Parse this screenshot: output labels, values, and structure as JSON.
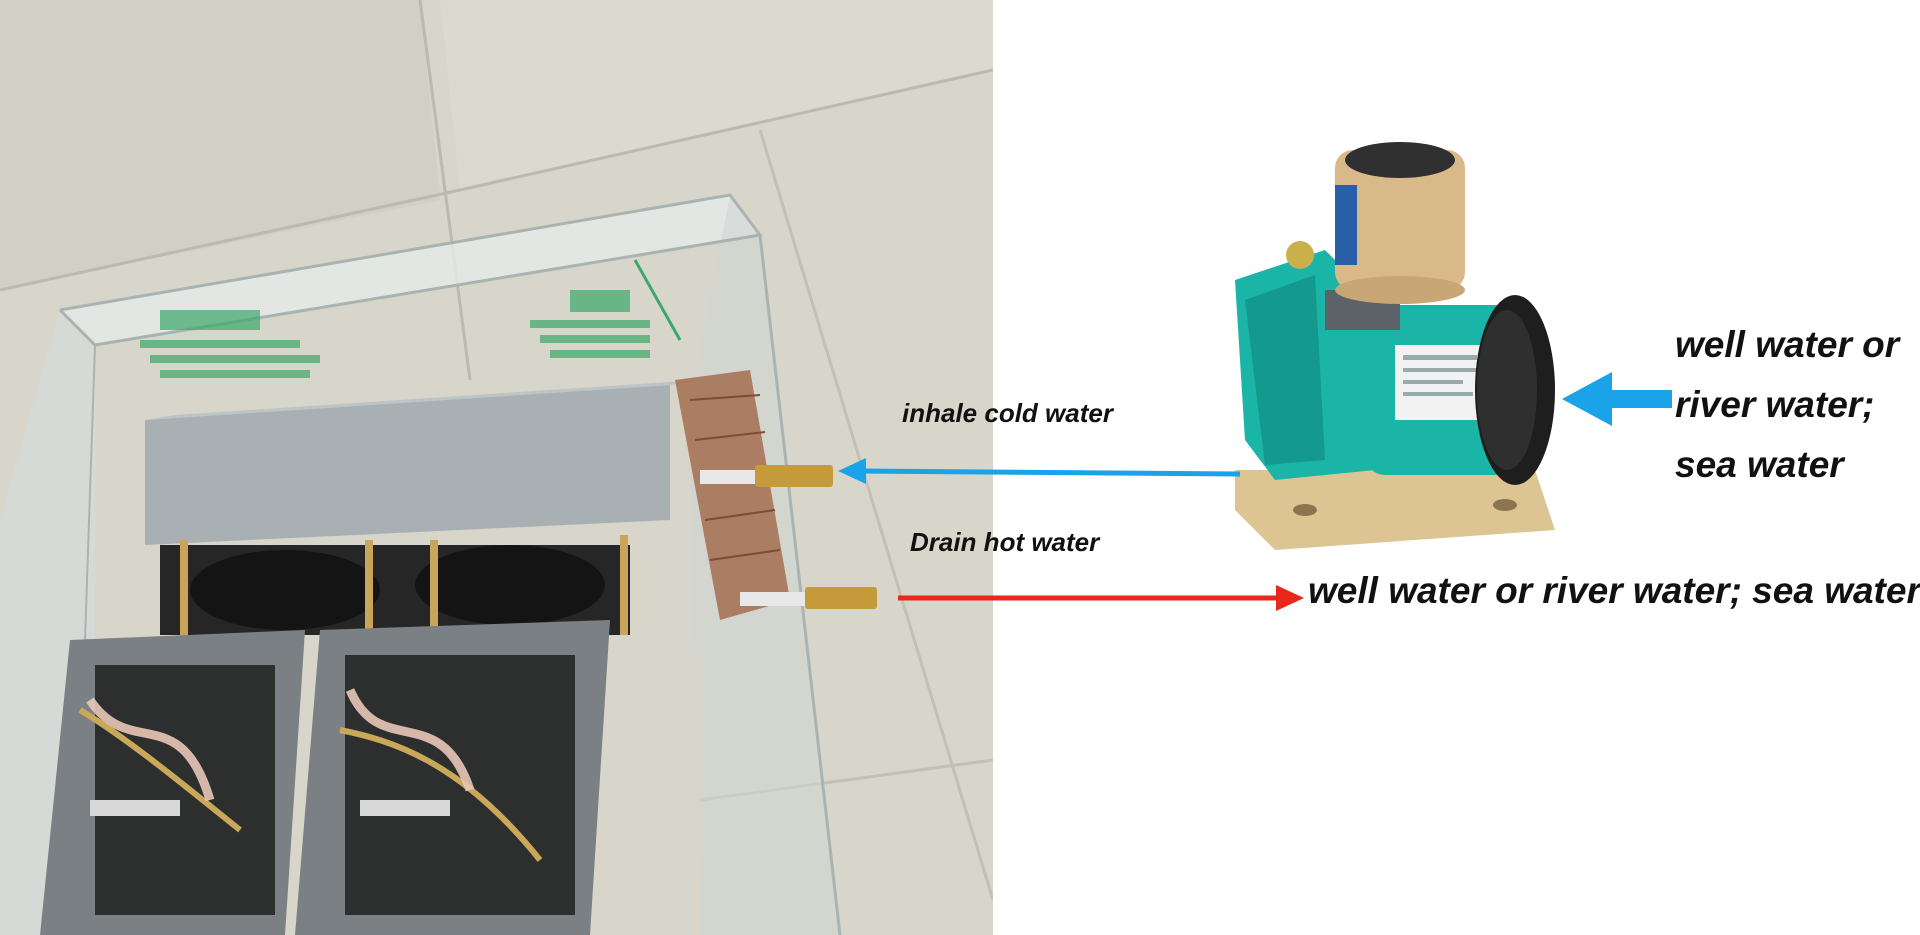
{
  "annotations": {
    "inhale": "inhale cold water",
    "drain": "Drain hot water",
    "source_lines": [
      "well water or",
      "river water;",
      "sea water"
    ],
    "outlet": "well water or river water; sea water"
  },
  "colors": {
    "inlet_arrow": "#1aa3e8",
    "outlet_arrow": "#e8281a",
    "floor": "#d9d6cc",
    "pump_body": "#1bb5a8",
    "pump_tank": "#d9b98a"
  },
  "icons": {
    "inlet_arrow": "arrow-left-blue",
    "outlet_arrow": "arrow-right-red"
  }
}
